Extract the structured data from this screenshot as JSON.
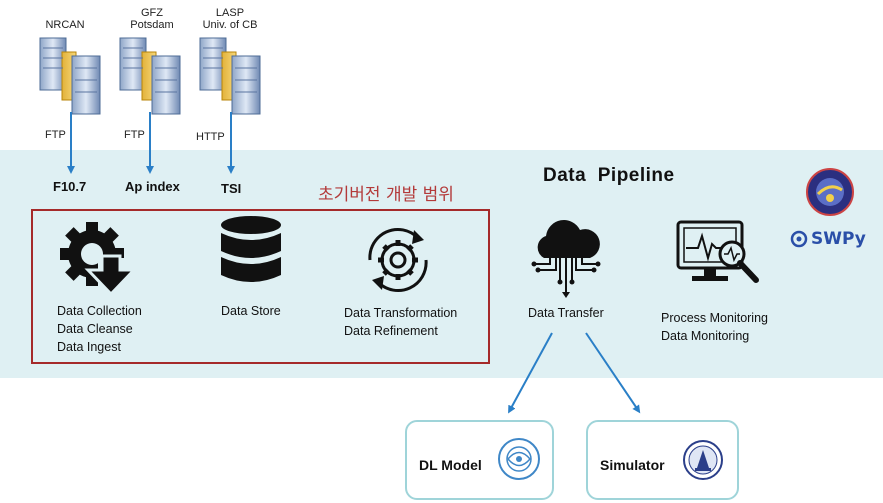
{
  "sources": [
    {
      "name": "NRCAN",
      "protocol": "FTP",
      "dataset": "F10.7"
    },
    {
      "name": "GFZ\nPotsdam",
      "name_lines": [
        "GFZ",
        "Potsdam"
      ],
      "protocol": "FTP",
      "dataset": "Ap index"
    },
    {
      "name_lines": [
        "LASP",
        "Univ. of CB"
      ],
      "protocol": "HTTP",
      "dataset": "TSI"
    }
  ],
  "pipeline": {
    "title": "Data  Pipeline",
    "scope_title": "초기버전 개발 범위",
    "stages": [
      {
        "icon": "gear-download-icon",
        "lines": [
          "Data Collection",
          "Data Cleanse",
          "Data Ingest"
        ]
      },
      {
        "icon": "database-icon",
        "lines": [
          "Data Store"
        ]
      },
      {
        "icon": "gear-cycle-icon",
        "lines": [
          "Data Transformation",
          "Data Refinement"
        ]
      },
      {
        "icon": "cloud-transfer-icon",
        "lines": [
          "Data Transfer"
        ]
      },
      {
        "icon": "monitor-search-icon",
        "lines": [
          "Process Monitoring",
          "Data Monitoring"
        ]
      }
    ],
    "logo_text": "SWPy"
  },
  "targets": [
    {
      "label": "DL Model",
      "icon": "globe-logo-icon"
    },
    {
      "label": "Simulator",
      "icon": "kasi-logo-icon"
    }
  ],
  "colors": {
    "band": "#dff0f3",
    "arrow": "#2a7fc7",
    "scope_border": "#a52a2a",
    "scope_title": "#b33a3a",
    "target_border": "#9fd4d9"
  }
}
